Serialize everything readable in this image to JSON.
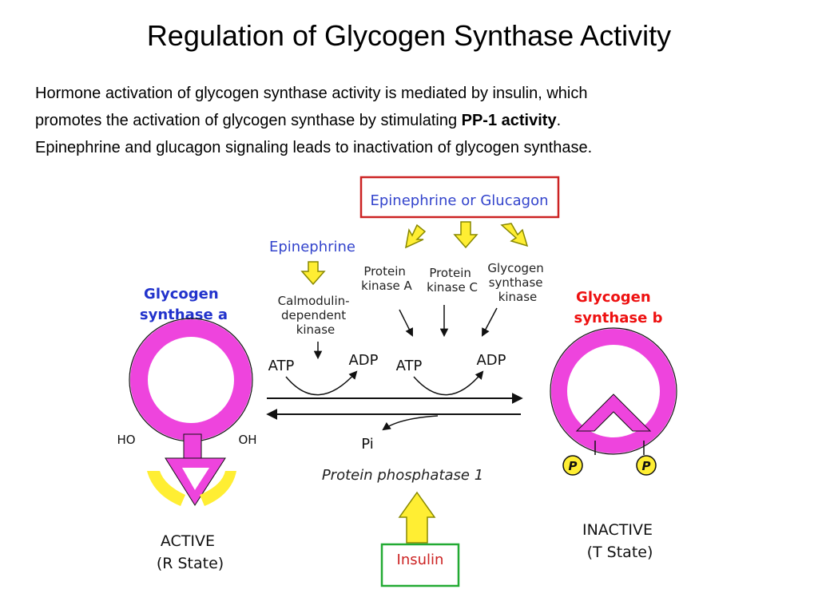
{
  "title": "Regulation of Glycogen Synthase Activity",
  "intro": {
    "part1": "Hormone activation of glycogen synthase activity is mediated by insulin, which",
    "part2": "promotes the activation of glycogen synthase by stimulating ",
    "bold": "PP-1 activity",
    "part3": ".",
    "part4": "Epinephrine and glucagon signaling leads to inactivation of glycogen synthase."
  },
  "diagram": {
    "hormone_box": "Epinephrine or Glucagon",
    "epinephrine": "Epinephrine",
    "camk": [
      "Calmodulin-",
      "dependent",
      "kinase"
    ],
    "pka": [
      "Protein",
      "kinase A"
    ],
    "pkc": [
      "Protein",
      "kinase C"
    ],
    "gsk": [
      "Glycogen",
      "synthase",
      "kinase"
    ],
    "gs_a": [
      "Glycogen",
      "synthase a"
    ],
    "gs_b": [
      "Glycogen",
      "synthase b"
    ],
    "atp_1": "ATP",
    "adp_1": "ADP",
    "atp_2": "ATP",
    "adp_2": "ADP",
    "pi": "Pi",
    "pp1": "Protein phosphatase 1",
    "insulin": "Insulin",
    "ho": "HO",
    "oh": "OH",
    "p_1": "P",
    "p_2": "P",
    "active": [
      "ACTIVE",
      "(R State)"
    ],
    "inactive": [
      "INACTIVE",
      "(T State)"
    ]
  },
  "colors": {
    "enzyme": "#ee44dd",
    "arrow_fill": "#ffee33",
    "hormone_box_border": "#cc2222",
    "insulin_box_border": "#22aa33",
    "gs_a_label": "#2233cc",
    "gs_b_label": "#ee1111",
    "epinephrine_label": "#3344cc",
    "insulin_label": "#cc2222"
  }
}
